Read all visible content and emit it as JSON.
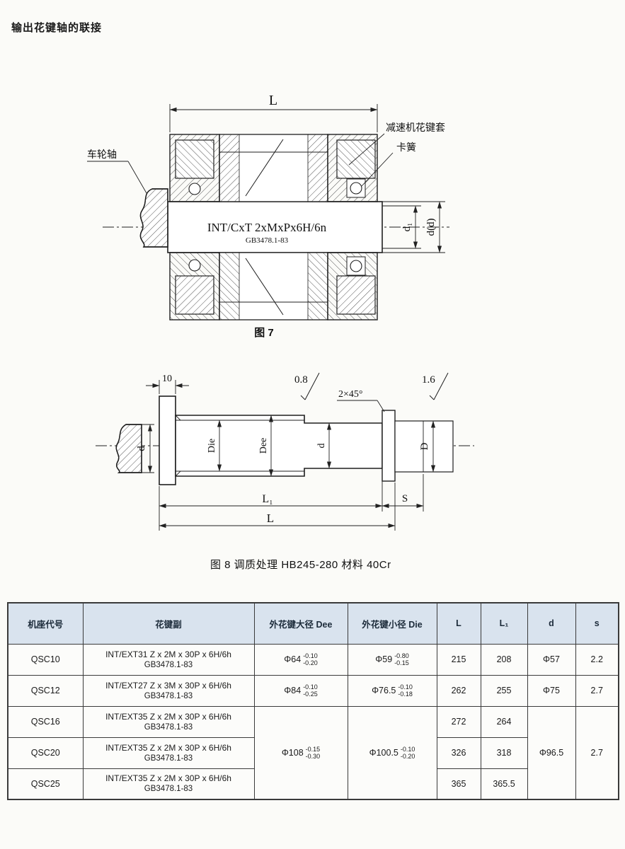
{
  "page": {
    "title": "输出花键轴的联接"
  },
  "colors": {
    "table_header_bg": "#d9e3ee",
    "line": "#222222",
    "paper": "#fbfbf8"
  },
  "figure7": {
    "dim_L": "L",
    "label_sleeve": "减速机花键套",
    "label_circlip": "卡簧",
    "label_axle": "车轮轴",
    "shaft_marking": "INT/CxT 2xMxPx6H/6n",
    "shaft_standard": "GB3478.1-83",
    "dim_d1": "d₁",
    "dim_dd": "d(d)",
    "caption": "图 7"
  },
  "figure8": {
    "dim_10": "10",
    "finish_08": "0.8",
    "chamfer": "2×45°",
    "finish_16": "1.6",
    "dim_d_left": "d",
    "dim_Die": "Die",
    "dim_Dee": "Dee",
    "dim_d_mid": "d",
    "dim_D": "D",
    "dim_L1": "L₁",
    "dim_S": "S",
    "dim_L": "L",
    "caption": "图 8 调质处理 HB245-280 材料 40Cr"
  },
  "table": {
    "headers": [
      "机座代号",
      "花键副",
      "外花键大径 Dee",
      "外花键小径 Die",
      "L",
      "L₁",
      "d",
      "s"
    ],
    "rows": [
      {
        "code": "QSC10",
        "spline1": "INT/EXT31 Z x 2M x 30P x 6H/6h",
        "spline2": "GB3478.1-83",
        "dee": "Φ64",
        "dee_hi": "-0.10",
        "dee_lo": "-0.20",
        "die": "Φ59",
        "die_hi": "-0.80",
        "die_lo": "-0.15",
        "L": "215",
        "L1": "208",
        "d": "Φ57",
        "s": "2.2"
      },
      {
        "code": "QSC12",
        "spline1": "INT/EXT27 Z x 3M x 30P x 6H/6h",
        "spline2": "GB3478.1-83",
        "dee": "Φ84",
        "dee_hi": "-0.10",
        "dee_lo": "-0.25",
        "die": "Φ76.5",
        "die_hi": "-0.10",
        "die_lo": "-0.18",
        "L": "262",
        "L1": "255",
        "d": "Φ75",
        "s": "2.7"
      },
      {
        "code": "QSC16",
        "spline1": "INT/EXT35 Z x 2M x 30P x 6H/6h",
        "spline2": "GB3478.1-83",
        "L": "272",
        "L1": "264"
      },
      {
        "code": "QSC20",
        "spline1": "INT/EXT35 Z x 2M x 30P x 6H/6h",
        "spline2": "GB3478.1-83",
        "L": "326",
        "L1": "318"
      },
      {
        "code": "QSC25",
        "spline1": "INT/EXT35 Z x 2M x 30P x 6H/6h",
        "spline2": "GB3478.1-83",
        "L": "365",
        "L1": "365.5"
      }
    ],
    "merged": {
      "dee": "Φ108",
      "dee_hi": "-0.15",
      "dee_lo": "-0.30",
      "die": "Φ100.5",
      "die_hi": "-0.10",
      "die_lo": "-0.20",
      "d": "Φ96.5",
      "s": "2.7"
    }
  }
}
